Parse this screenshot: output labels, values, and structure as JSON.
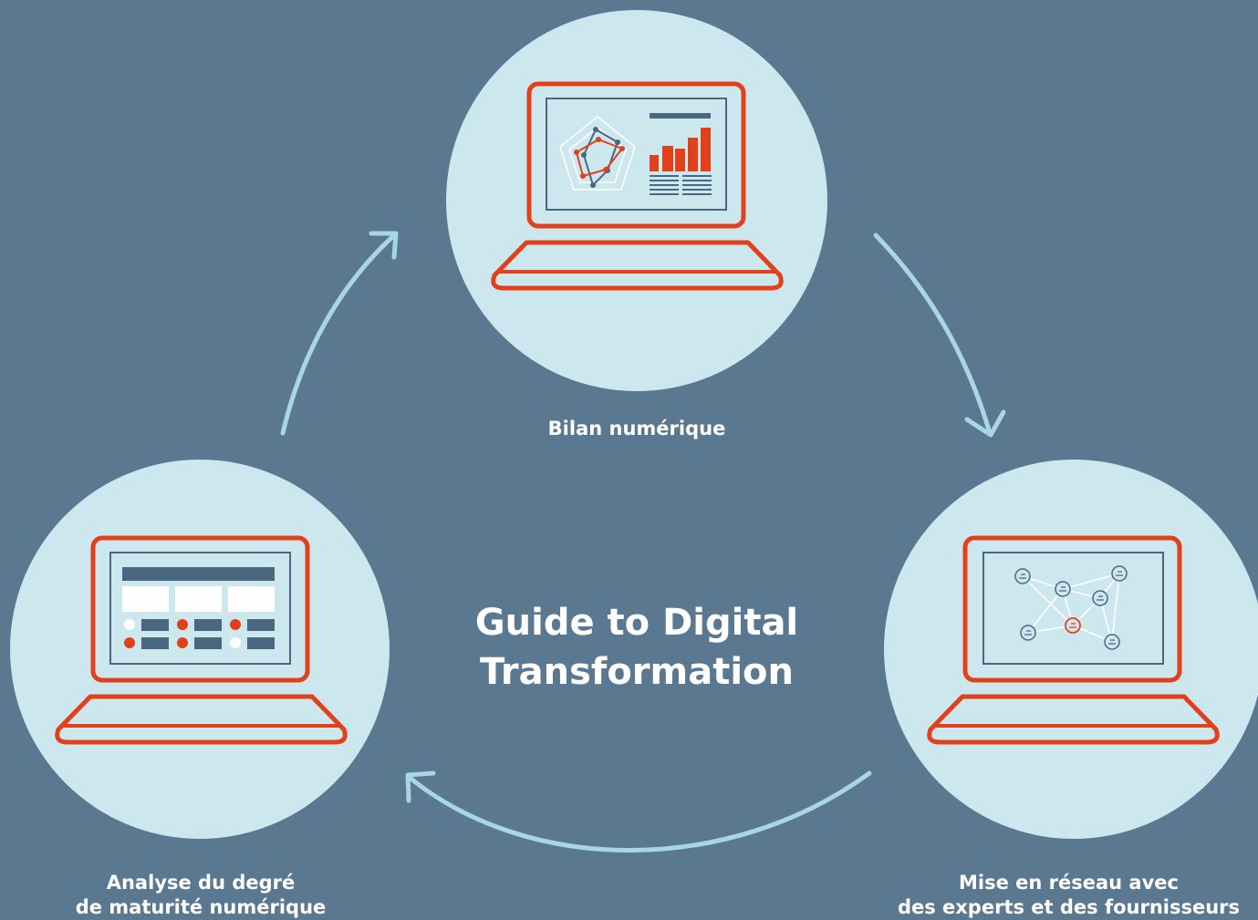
{
  "title": {
    "line1": "Guide to Digital",
    "line2": "Transformation"
  },
  "steps": [
    {
      "line1": "Bilan numérique"
    },
    {
      "line1": "Mise en réseau avec",
      "line2": "des experts et des fournisseurs"
    },
    {
      "line1": "Analyse du degré",
      "line2": "de maturité numérique"
    }
  ],
  "colors": {
    "background": "#5b7891",
    "circle": "#cde7ee",
    "accent": "#e2401a",
    "dark": "#4a6780",
    "arrow": "#a6d7e3",
    "text": "#ffffff"
  },
  "icons": [
    "laptop-dashboard-icon",
    "laptop-network-icon",
    "laptop-form-icon",
    "cycle-arrow-icon"
  ]
}
